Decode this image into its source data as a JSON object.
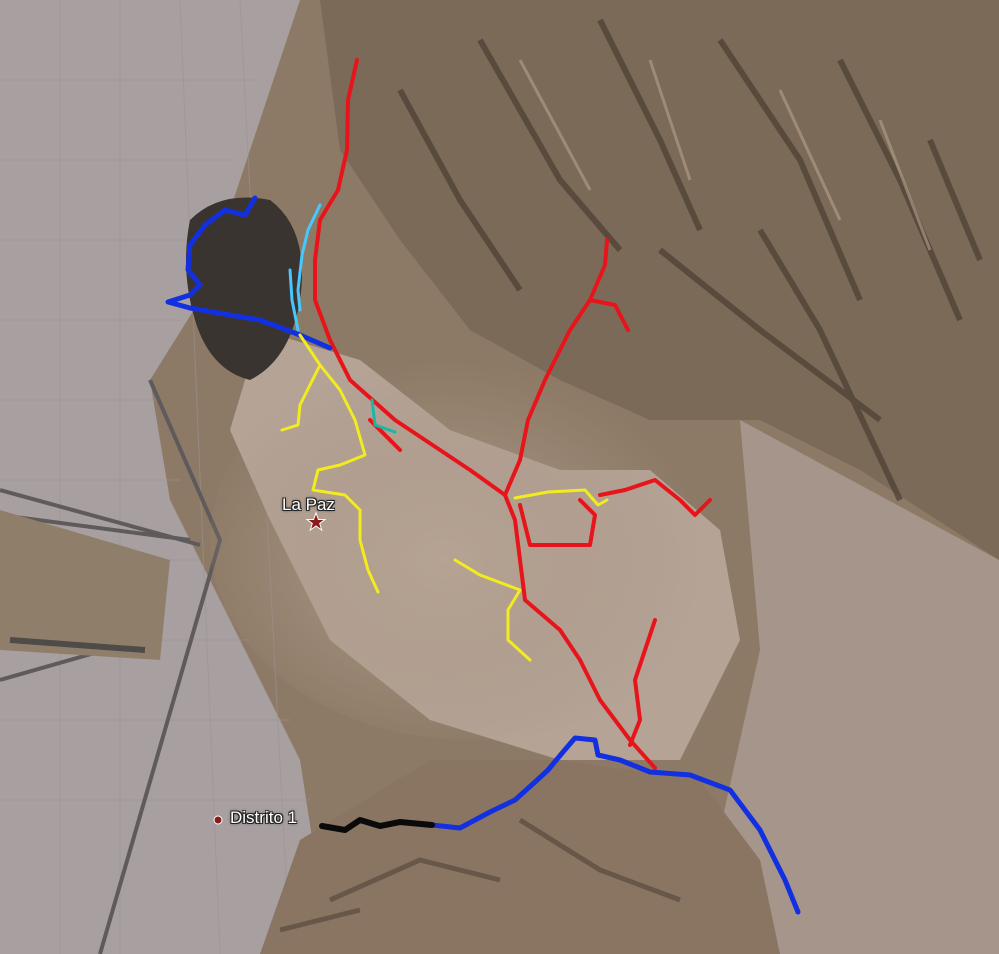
{
  "map": {
    "view": "satellite",
    "places": [
      {
        "name": "La Paz",
        "marker": "star-marker"
      },
      {
        "name": "Distrito 1",
        "marker": "dot-marker"
      }
    ],
    "route_colors": {
      "red": "#e8141b",
      "blue": "#1230e0",
      "yellow": "#f2ec1e",
      "cyan": "#46c8ff",
      "teal": "#19b7a4",
      "black": "#0a0a0a"
    }
  }
}
